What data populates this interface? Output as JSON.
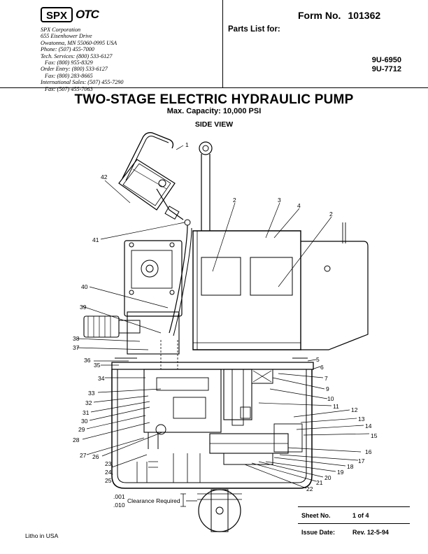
{
  "header": {
    "brand_a": "SPX",
    "brand_b": "OTC",
    "company_lines": [
      "SPX Corporation",
      "655 Eisenhower Drive",
      "Owatonna, MN 55060-0995  USA",
      "Phone: (507) 455-7000",
      "Tech. Services: (800) 533-6127",
      "Fax: (800) 955-8329",
      "Order Entry: (800) 533-6127",
      "Fax: (800) 283-8665",
      "International Sales: (507) 455-7290",
      "Fax: (507) 455-7063"
    ],
    "form_label": "Form No.",
    "form_number": "101362",
    "parts_list_label": "Parts List for:",
    "models": [
      "9U-6950",
      "9U-7712"
    ]
  },
  "title": "TWO-STAGE ELECTRIC HYDRAULIC PUMP",
  "subtitle": "Max. Capacity: 10,000 PSI",
  "view_label": "SIDE VIEW",
  "callouts": [
    "1",
    "2",
    "3",
    "4",
    "2",
    "42",
    "41",
    "40",
    "39",
    "38",
    "37",
    "36",
    "35",
    "34",
    "33",
    "32",
    "31",
    "30",
    "29",
    "28",
    "27",
    "26",
    "23,",
    "24,",
    "25",
    "5",
    "6",
    "7",
    "9",
    "10",
    "11",
    "12",
    "13",
    "14",
    "15",
    "16",
    "17",
    "18",
    "19",
    "20",
    "21",
    "22"
  ],
  "clearance": {
    "value_a": ".001",
    "value_b": ".010",
    "label": "Clearance Required"
  },
  "sheet": {
    "sheet_label": "Sheet No.",
    "sheet_value": "1 of 4",
    "issue_label": "Issue Date:",
    "issue_value": "Rev. 12-5-94"
  },
  "footer_note": "Litho in USA"
}
